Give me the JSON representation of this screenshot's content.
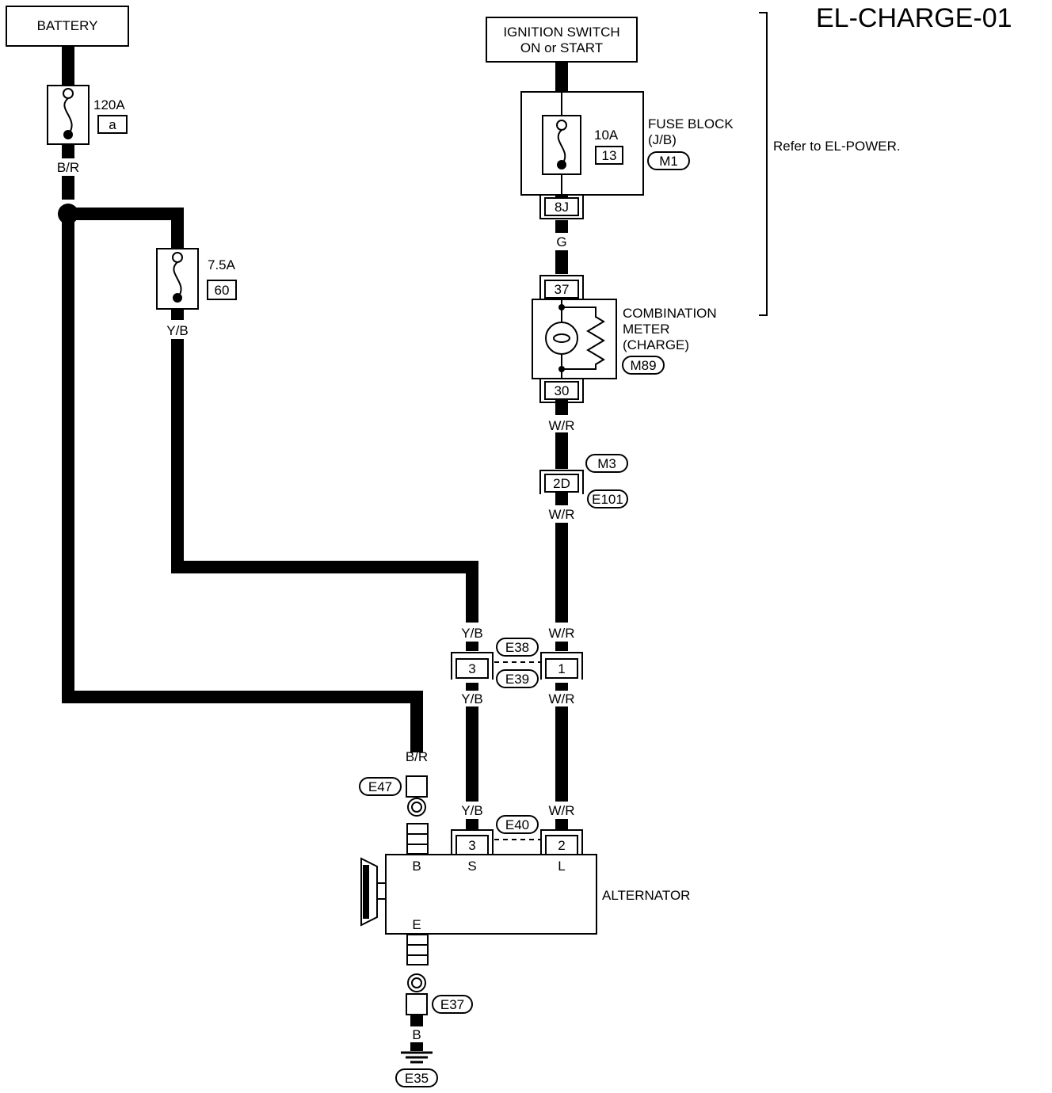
{
  "diagram_id": "EL-CHARGE-01",
  "refer_note": "Refer to EL-POWER.",
  "components": {
    "battery": "BATTERY",
    "ignition_switch_line1": "IGNITION SWITCH",
    "ignition_switch_line2": "ON or START",
    "fuse_block_line1": "FUSE BLOCK",
    "fuse_block_line2": "(J/B)",
    "combination_meter_line1": "COMBINATION",
    "combination_meter_line2": "METER",
    "combination_meter_line3": "(CHARGE)",
    "alternator": "ALTERNATOR"
  },
  "fuses": {
    "main": {
      "rating": "120A",
      "id": "a"
    },
    "fuse_block": {
      "rating": "10A",
      "id": "13"
    },
    "sensing": {
      "rating": "7.5A",
      "id": "60"
    }
  },
  "connectors": {
    "m1": "M1",
    "m89": "M89",
    "m3": "M3",
    "e101": "E101",
    "e38": "E38",
    "e39": "E39",
    "e40": "E40",
    "e47": "E47",
    "e37": "E37",
    "e35": "E35"
  },
  "terminals": {
    "fb_8j": "8J",
    "meter_37": "37",
    "meter_30": "30",
    "jc_2d": "2D",
    "e38_3": "3",
    "e38_1": "1",
    "alt_3": "3",
    "alt_2": "2",
    "alt_b": "B",
    "alt_s": "S",
    "alt_l": "L",
    "alt_e": "E"
  },
  "wire_colors": {
    "br_top": "B/R",
    "yb_fuse": "Y/B",
    "g": "G",
    "wr_meter": "W/R",
    "wr_jc": "W/R",
    "yb_e38_top": "Y/B",
    "wr_e38_top": "W/R",
    "yb_e38_bot": "Y/B",
    "wr_e38_bot": "W/R",
    "br_alt": "B/R",
    "yb_alt": "Y/B",
    "wr_alt": "W/R",
    "b_ground": "B"
  }
}
